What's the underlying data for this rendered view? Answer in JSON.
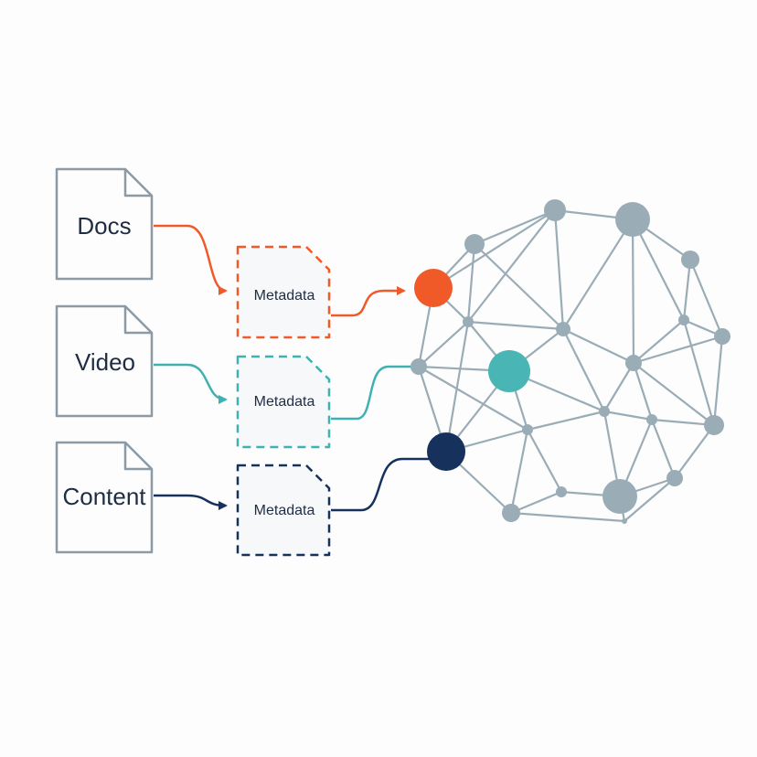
{
  "sources": [
    {
      "label": "Docs",
      "color": "#f05a28",
      "icon": "document-icon"
    },
    {
      "label": "Video",
      "color": "#3fb1b0",
      "icon": "document-icon"
    },
    {
      "label": "Content",
      "color": "#16325c",
      "icon": "document-icon"
    }
  ],
  "metadata": [
    {
      "label": "Metadata",
      "color": "#f05a28"
    },
    {
      "label": "Metadata",
      "color": "#3fb1b0"
    },
    {
      "label": "Metadata",
      "color": "#16325c"
    }
  ],
  "network": {
    "node_color": "#9aacb6",
    "edge_color": "#9aacb6",
    "highlight_nodes": [
      "#f05a28",
      "#4ab5b5",
      "#16325c"
    ]
  },
  "colors": {
    "outline": "#8b9aa5",
    "background": "#fdfdfd"
  }
}
